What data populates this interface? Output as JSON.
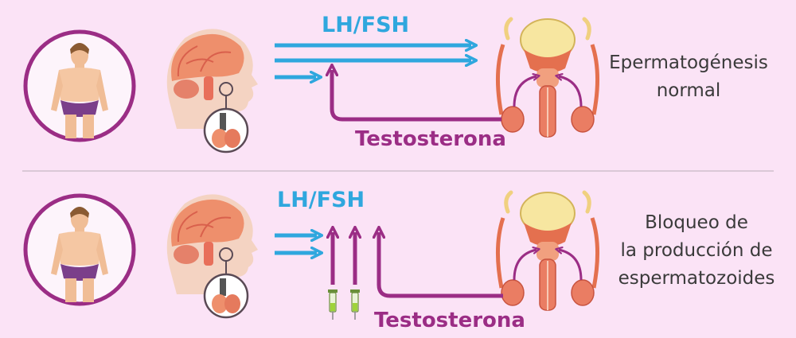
{
  "top": {
    "hormone_label": "LH/FSH",
    "feedback_label": "Testosterona",
    "outcome_line1": "Epermatogénesis",
    "outcome_line2": "normal"
  },
  "bottom": {
    "hormone_label": "LH/FSH",
    "feedback_label": "Testosterona",
    "outcome_line1": "Bloqueo de",
    "outcome_line2": "la producción de",
    "outcome_line3": "espermatozoides"
  },
  "colors": {
    "background": "#fbe3f6",
    "hormone_arrow": "#2fa7de",
    "testosterone_arrow": "#9b2d85",
    "divider": "#cfc0cc"
  },
  "icons": {
    "man_normal": "man-figure-icon",
    "man_muscular": "muscular-man-figure-icon",
    "brain": "brain-head-icon",
    "pituitary": "pituitary-gland-icon",
    "reproductive": "male-reproductive-system-icon",
    "syringe": "syringe-icon"
  }
}
